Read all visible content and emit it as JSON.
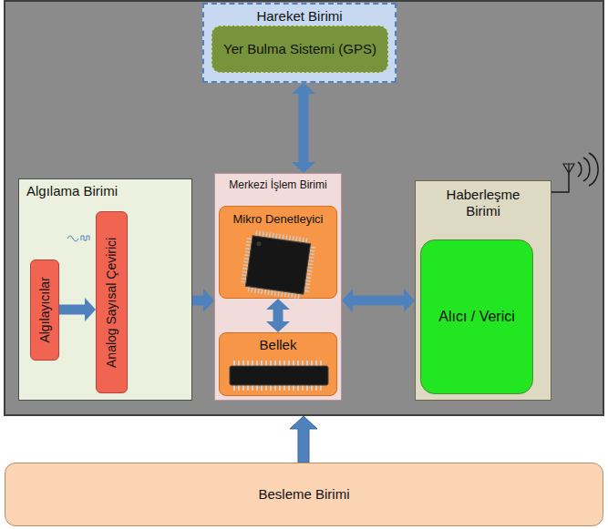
{
  "diagram": {
    "nodes": [
      {
        "text": [
          "Hareket Birimi"
        ]
      },
      {
        "text": [
          "Yer Bulma Sistemi (GPS)"
        ],
        "in": 0
      },
      {
        "text": [
          "Algılama Birimi"
        ]
      },
      {
        "text": [
          "Algılayıcılar"
        ],
        "in": 2
      },
      {
        "text": [
          "Analog Sayısal Çevirici"
        ],
        "in": 2
      },
      {
        "text": [
          "Merkezi İşlem Birimi"
        ]
      },
      {
        "text": [
          "Mikro Denetleyici"
        ],
        "in": 5
      },
      {
        "text": [
          "Bellek"
        ],
        "in": 5
      },
      {
        "text": [
          "Haberleşme Birimi"
        ]
      },
      {
        "text": [
          "Alıcı / Verici"
        ],
        "in": 8
      },
      {
        "text": [
          "Besleme Birimi"
        ]
      }
    ],
    "edges": [
      {
        "from": 0,
        "to": 5,
        "arrow": "both"
      },
      {
        "from": 3,
        "to": 4,
        "arrow": "to"
      },
      {
        "from": 2,
        "to": 5,
        "arrow": "to"
      },
      {
        "from": 6,
        "to": 7,
        "arrow": "both"
      },
      {
        "from": 5,
        "to": 8,
        "arrow": "both"
      }
    ]
  }
}
